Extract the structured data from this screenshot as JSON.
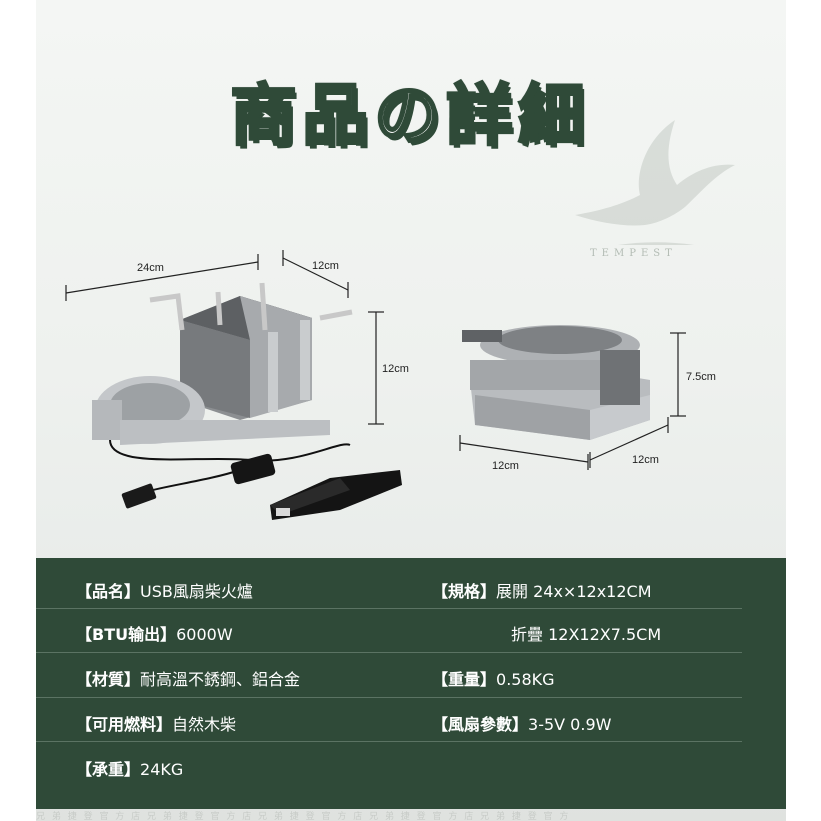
{
  "title": "商品の詳細",
  "watermark": {
    "brand": "TEMPEST"
  },
  "dimensions": {
    "stove_width": "24cm",
    "stove_depth": "12cm",
    "stove_height": "12cm",
    "folded_height": "7.5cm",
    "folded_width": "12cm",
    "folded_depth": "12cm"
  },
  "specs": {
    "name_key": "【品名】",
    "name_val": "USB風扇柴火爐",
    "size_key": "【規格】",
    "size_val": "展開 24x×12x12CM",
    "folded_val": "折疊 12X12X7.5CM",
    "btu_key": "【BTU输出】",
    "btu_val": "6000W",
    "material_key": "【材質】",
    "material_val": "耐高溫不銹鋼、鋁合金",
    "weight_key": "【重量】",
    "weight_val": "0.58KG",
    "fuel_key": "【可用燃料】",
    "fuel_val": "自然木柴",
    "fan_key": "【風扇參數】",
    "fan_val": "3-5V 0.9W",
    "load_key": "【承重】",
    "load_val": "24KG"
  },
  "footer_watermark": "兄 弟 捷 登 官 方 店    兄 弟 捷 登 官 方 店    兄 弟 捷 登 官 方 店    兄 弟 捷 登 官 方 店    兄 弟 捷 登 官 方"
}
